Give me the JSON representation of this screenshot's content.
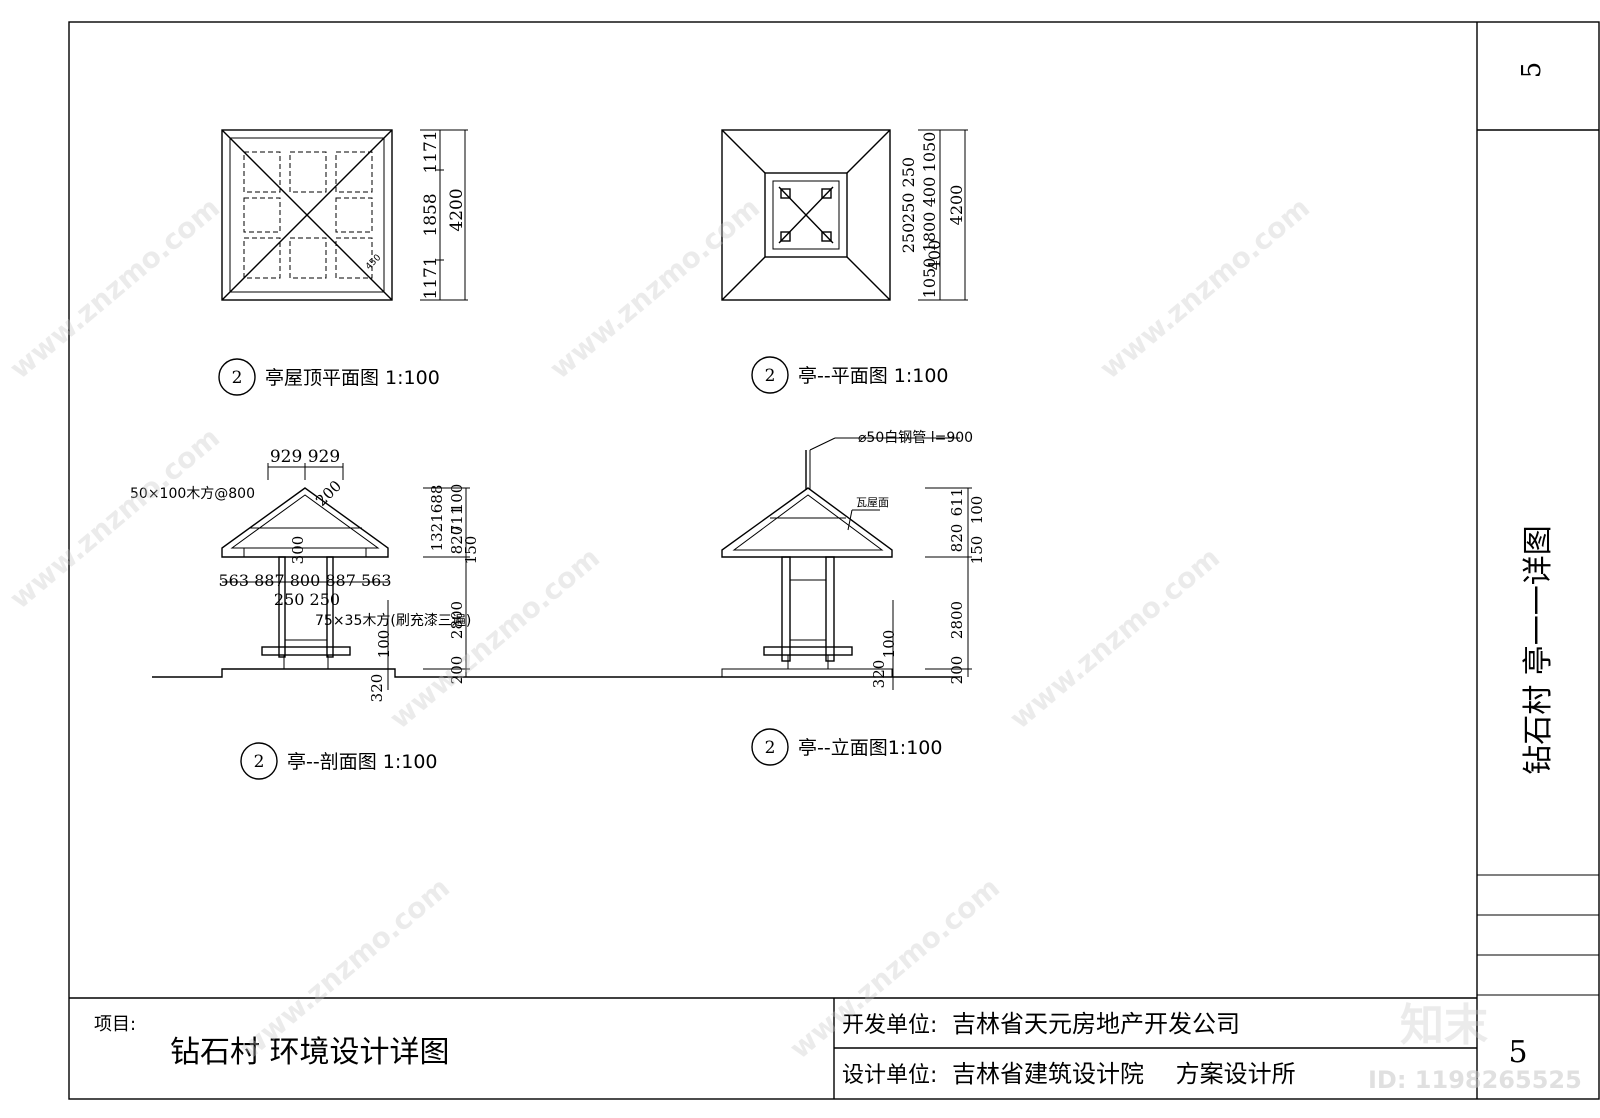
{
  "sheet": {
    "number_top": "5",
    "number_bottom": "5",
    "side_title": "钻石村 亭一一详图"
  },
  "title_block": {
    "project_label": "项目:",
    "project_name": "钻石村 环境设计详图",
    "developer_label": "开发单位:",
    "developer_name": "吉林省天元房地产开发公司",
    "designer_label": "设计单位:",
    "designer_name": "吉林省建筑设计院　 方案设计所"
  },
  "views": {
    "roof_plan": {
      "index": "2",
      "caption": "亭屋顶平面图 1:100",
      "dims": [
        "1171",
        "1858",
        "1171",
        "4200"
      ],
      "mark": "450"
    },
    "plan": {
      "index": "2",
      "caption": "亭--平面图 1:100",
      "dims_a": [
        "1050",
        "250",
        "400",
        "1800",
        "400",
        "250",
        "1050"
      ],
      "dim_b": "4200",
      "dims_a_text": "250 250",
      "dims_c": "1050",
      "dims_d": "400"
    },
    "section": {
      "index": "2",
      "caption": "亭--剖面图 1:100",
      "top_dims": "929 929",
      "rafter": "50×100木方@800",
      "dim_200": "200",
      "dim_300": "300",
      "bottom_dims": "563 887 800 887 563",
      "dims_250": "250 250",
      "beam": "75×35木方(刷充漆三遍)",
      "vert": [
        "100",
        "711",
        "820",
        "150",
        "2800",
        "200"
      ],
      "vert_left": "1321688",
      "vert_low": "100",
      "vert_base": "320"
    },
    "elevation": {
      "index": "2",
      "caption": "亭--立面图1:100",
      "pipe": "⌀50白钢管 l=900",
      "tile": "瓦屋面",
      "vert": [
        "611",
        "100",
        "820",
        "150",
        "2800",
        "200"
      ],
      "vert_low": "100",
      "vert_base": "320"
    }
  },
  "watermark": {
    "brand": "知末",
    "id_text": "ID: 1198265525",
    "url": "www.znzmo.com"
  }
}
